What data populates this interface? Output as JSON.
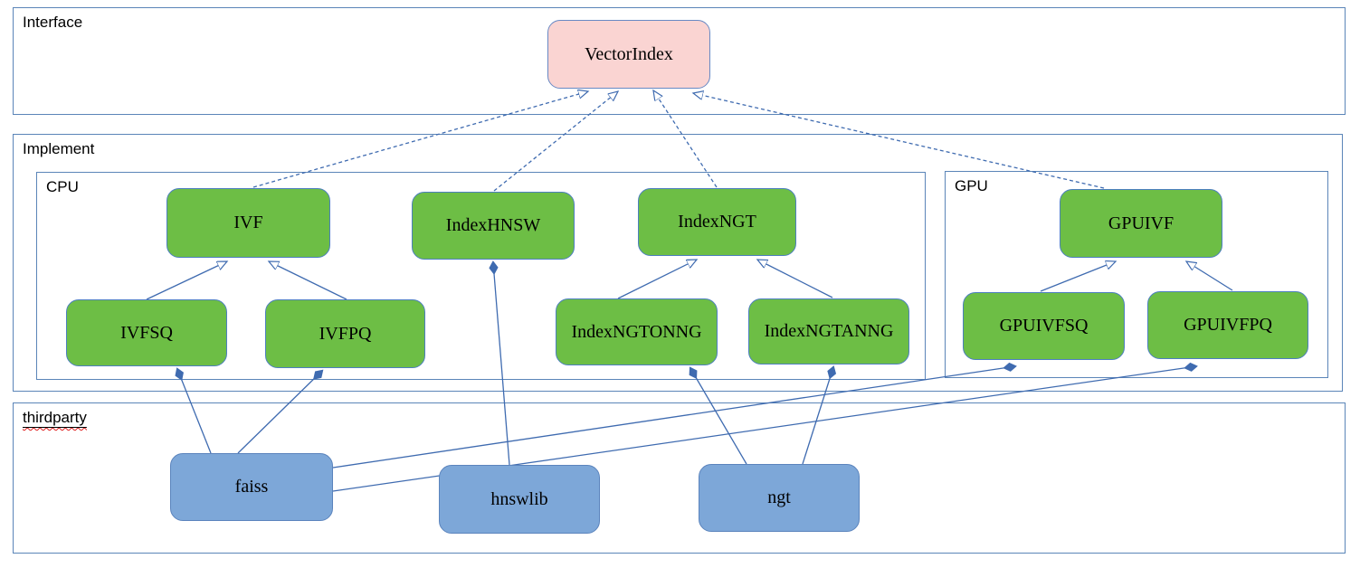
{
  "colors": {
    "green_fill": "#6dbe45",
    "pink_fill": "#fad4d2",
    "blue_fill": "#7da7d8",
    "node_border": "#4d7fc0",
    "pink_border": "#6889c4",
    "blue_border": "#5b84bd",
    "container_border": "#5b85b8",
    "edge": "#3f6bb0",
    "squiggle": "#e02020"
  },
  "containers": {
    "interface": {
      "label": "Interface"
    },
    "implement": {
      "label": "Implement"
    },
    "cpu": {
      "label": "CPU"
    },
    "gpu": {
      "label": "GPU"
    },
    "thirdparty": {
      "label": "thirdparty"
    }
  },
  "nodes": {
    "vectorindex": {
      "label": "VectorIndex",
      "group": "interface"
    },
    "ivf": {
      "label": "IVF",
      "group": "cpu"
    },
    "indexhnsw": {
      "label": "IndexHNSW",
      "group": "cpu"
    },
    "indexngt": {
      "label": "IndexNGT",
      "group": "cpu"
    },
    "ivfsq": {
      "label": "IVFSQ",
      "group": "cpu"
    },
    "ivfpq": {
      "label": "IVFPQ",
      "group": "cpu"
    },
    "indexngtonng": {
      "label": "IndexNGTONNG",
      "group": "cpu"
    },
    "indexngtanng": {
      "label": "IndexNGTANNG",
      "group": "cpu"
    },
    "gpuivf": {
      "label": "GPUIVF",
      "group": "gpu"
    },
    "gpuivfsq": {
      "label": "GPUIVFSQ",
      "group": "gpu"
    },
    "gpuivfpq": {
      "label": "GPUIVFPQ",
      "group": "gpu"
    },
    "faiss": {
      "label": "faiss",
      "group": "thirdparty"
    },
    "hnswlib": {
      "label": "hnswlib",
      "group": "thirdparty"
    },
    "ngt": {
      "label": "ngt",
      "group": "thirdparty"
    }
  },
  "relationships": [
    {
      "from": "ivf",
      "to": "vectorindex",
      "type": "realization-dashed-hollow-arrow"
    },
    {
      "from": "indexhnsw",
      "to": "vectorindex",
      "type": "realization-dashed-hollow-arrow"
    },
    {
      "from": "indexngt",
      "to": "vectorindex",
      "type": "realization-dashed-hollow-arrow"
    },
    {
      "from": "gpuivf",
      "to": "vectorindex",
      "type": "realization-dashed-hollow-arrow"
    },
    {
      "from": "ivfsq",
      "to": "ivf",
      "type": "inheritance-hollow-arrow"
    },
    {
      "from": "ivfpq",
      "to": "ivf",
      "type": "inheritance-hollow-arrow"
    },
    {
      "from": "indexngtonng",
      "to": "indexngt",
      "type": "inheritance-hollow-arrow"
    },
    {
      "from": "indexngtanng",
      "to": "indexngt",
      "type": "inheritance-hollow-arrow"
    },
    {
      "from": "gpuivfsq",
      "to": "gpuivf",
      "type": "inheritance-hollow-arrow"
    },
    {
      "from": "gpuivfpq",
      "to": "gpuivf",
      "type": "inheritance-hollow-arrow"
    },
    {
      "from": "faiss",
      "to": "ivfsq",
      "type": "composition-filled-diamond"
    },
    {
      "from": "faiss",
      "to": "ivfpq",
      "type": "composition-filled-diamond"
    },
    {
      "from": "faiss",
      "to": "gpuivfsq",
      "type": "composition-filled-diamond"
    },
    {
      "from": "faiss",
      "to": "gpuivfpq",
      "type": "composition-filled-diamond"
    },
    {
      "from": "hnswlib",
      "to": "indexhnsw",
      "type": "composition-filled-diamond"
    },
    {
      "from": "ngt",
      "to": "indexngtonng",
      "type": "composition-filled-diamond"
    },
    {
      "from": "ngt",
      "to": "indexngtanng",
      "type": "composition-filled-diamond"
    }
  ]
}
